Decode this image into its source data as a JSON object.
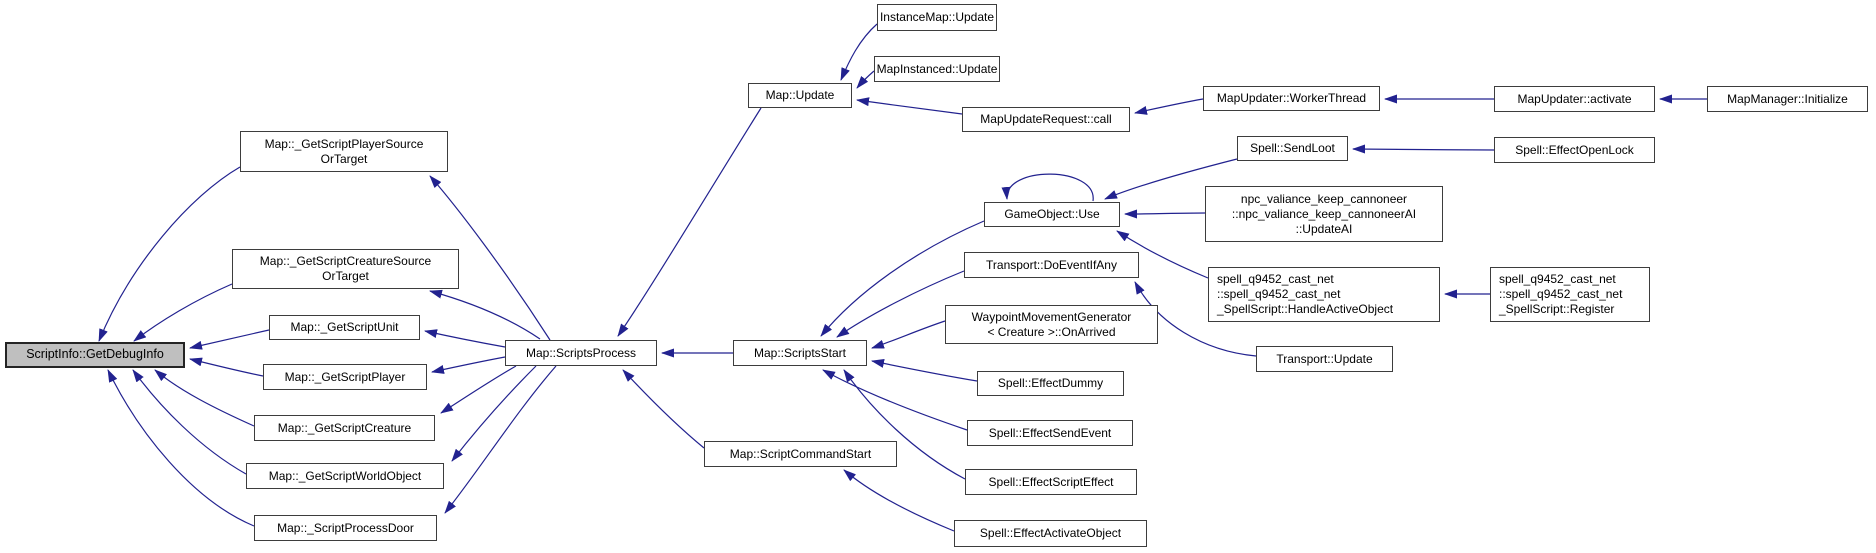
{
  "diagram": {
    "type": "doxygen-caller-graph",
    "focus_function": "ScriptInfo::GetDebugInfo",
    "colors": {
      "edge": "#22228f",
      "node_border": "#3d3d3d",
      "highlight_fill": "#bfbfbf",
      "node_fill": "#ffffff",
      "background": "#ffffff"
    },
    "nodes": [
      {
        "id": "getdebuginfo",
        "label": "ScriptInfo::GetDebugInfo",
        "highlighted": true
      },
      {
        "id": "playersource",
        "label": "Map::_GetScriptPlayerSource\nOrTarget"
      },
      {
        "id": "creaturesource",
        "label": "Map::_GetScriptCreatureSource\nOrTarget"
      },
      {
        "id": "getscriptunit",
        "label": "Map::_GetScriptUnit"
      },
      {
        "id": "getscriptplayer",
        "label": "Map::_GetScriptPlayer"
      },
      {
        "id": "getscriptcreature",
        "label": "Map::_GetScriptCreature"
      },
      {
        "id": "getscriptworldobject",
        "label": "Map::_GetScriptWorldObject"
      },
      {
        "id": "scriptprocessdoor",
        "label": "Map::_ScriptProcessDoor"
      },
      {
        "id": "scriptsprocess",
        "label": "Map::ScriptsProcess"
      },
      {
        "id": "scriptsstart",
        "label": "Map::ScriptsStart"
      },
      {
        "id": "scriptcommandstart",
        "label": "Map::ScriptCommandStart"
      },
      {
        "id": "mapupdate",
        "label": "Map::Update"
      },
      {
        "id": "instancemapupdate",
        "label": "InstanceMap::Update"
      },
      {
        "id": "mapinstancedupdate",
        "label": "MapInstanced::Update"
      },
      {
        "id": "mapupdaterequestcall",
        "label": "MapUpdateRequest::call"
      },
      {
        "id": "workerthread",
        "label": "MapUpdater::WorkerThread"
      },
      {
        "id": "activate",
        "label": "MapUpdater::activate"
      },
      {
        "id": "initialize",
        "label": "MapManager::Initialize"
      },
      {
        "id": "sendloot",
        "label": "Spell::SendLoot"
      },
      {
        "id": "effectopenlock",
        "label": "Spell::EffectOpenLock"
      },
      {
        "id": "gameobjectuse",
        "label": "GameObject::Use"
      },
      {
        "id": "npcvalianceupdateai",
        "label": "npc_valiance_keep_cannoneer\n::npc_valiance_keep_cannoneerAI\n::UpdateAI"
      },
      {
        "id": "handleactiveobject",
        "label": "spell_q9452_cast_net\n::spell_q9452_cast_net\n_SpellScript::HandleActiveObject"
      },
      {
        "id": "register",
        "label": "spell_q9452_cast_net\n::spell_q9452_cast_net\n_SpellScript::Register"
      },
      {
        "id": "transportupdate",
        "label": "Transport::Update"
      },
      {
        "id": "doeventifany",
        "label": "Transport::DoEventIfAny"
      },
      {
        "id": "waypointonarrived",
        "label": "WaypointMovementGenerator\n< Creature >::OnArrived"
      },
      {
        "id": "effectdummy",
        "label": "Spell::EffectDummy"
      },
      {
        "id": "effectsendevent",
        "label": "Spell::EffectSendEvent"
      },
      {
        "id": "effectscripteffect",
        "label": "Spell::EffectScriptEffect"
      },
      {
        "id": "effectactivateobject",
        "label": "Spell::EffectActivateObject"
      }
    ],
    "edges": [
      {
        "from": "playersource",
        "to": "getdebuginfo"
      },
      {
        "from": "creaturesource",
        "to": "getdebuginfo"
      },
      {
        "from": "getscriptunit",
        "to": "getdebuginfo"
      },
      {
        "from": "getscriptplayer",
        "to": "getdebuginfo"
      },
      {
        "from": "getscriptcreature",
        "to": "getdebuginfo"
      },
      {
        "from": "getscriptworldobject",
        "to": "getdebuginfo"
      },
      {
        "from": "scriptprocessdoor",
        "to": "getdebuginfo"
      },
      {
        "from": "scriptsprocess",
        "to": "playersource"
      },
      {
        "from": "scriptsprocess",
        "to": "creaturesource"
      },
      {
        "from": "scriptsprocess",
        "to": "getscriptunit"
      },
      {
        "from": "scriptsprocess",
        "to": "getscriptplayer"
      },
      {
        "from": "scriptsprocess",
        "to": "getscriptcreature"
      },
      {
        "from": "scriptsprocess",
        "to": "getscriptworldobject"
      },
      {
        "from": "scriptsprocess",
        "to": "scriptprocessdoor"
      },
      {
        "from": "scriptsstart",
        "to": "scriptsprocess"
      },
      {
        "from": "mapupdate",
        "to": "scriptsprocess"
      },
      {
        "from": "scriptcommandstart",
        "to": "scriptsprocess"
      },
      {
        "from": "gameobjectuse",
        "to": "scriptsstart"
      },
      {
        "from": "doeventifany",
        "to": "scriptsstart"
      },
      {
        "from": "waypointonarrived",
        "to": "scriptsstart"
      },
      {
        "from": "effectdummy",
        "to": "scriptsstart"
      },
      {
        "from": "effectsendevent",
        "to": "scriptsstart"
      },
      {
        "from": "effectscripteffect",
        "to": "scriptsstart"
      },
      {
        "from": "effectactivateobject",
        "to": "scriptcommandstart"
      },
      {
        "from": "instancemapupdate",
        "to": "mapupdate"
      },
      {
        "from": "mapinstancedupdate",
        "to": "mapupdate"
      },
      {
        "from": "mapupdaterequestcall",
        "to": "mapupdate"
      },
      {
        "from": "workerthread",
        "to": "mapupdaterequestcall"
      },
      {
        "from": "activate",
        "to": "workerthread"
      },
      {
        "from": "initialize",
        "to": "activate"
      },
      {
        "from": "effectopenlock",
        "to": "sendloot"
      },
      {
        "from": "sendloot",
        "to": "gameobjectuse"
      },
      {
        "from": "npcvalianceupdateai",
        "to": "gameobjectuse"
      },
      {
        "from": "handleactiveobject",
        "to": "gameobjectuse"
      },
      {
        "from": "register",
        "to": "handleactiveobject"
      },
      {
        "from": "transportupdate",
        "to": "doeventifany"
      },
      {
        "from": "gameobjectuse",
        "to": "gameobjectuse"
      }
    ]
  }
}
